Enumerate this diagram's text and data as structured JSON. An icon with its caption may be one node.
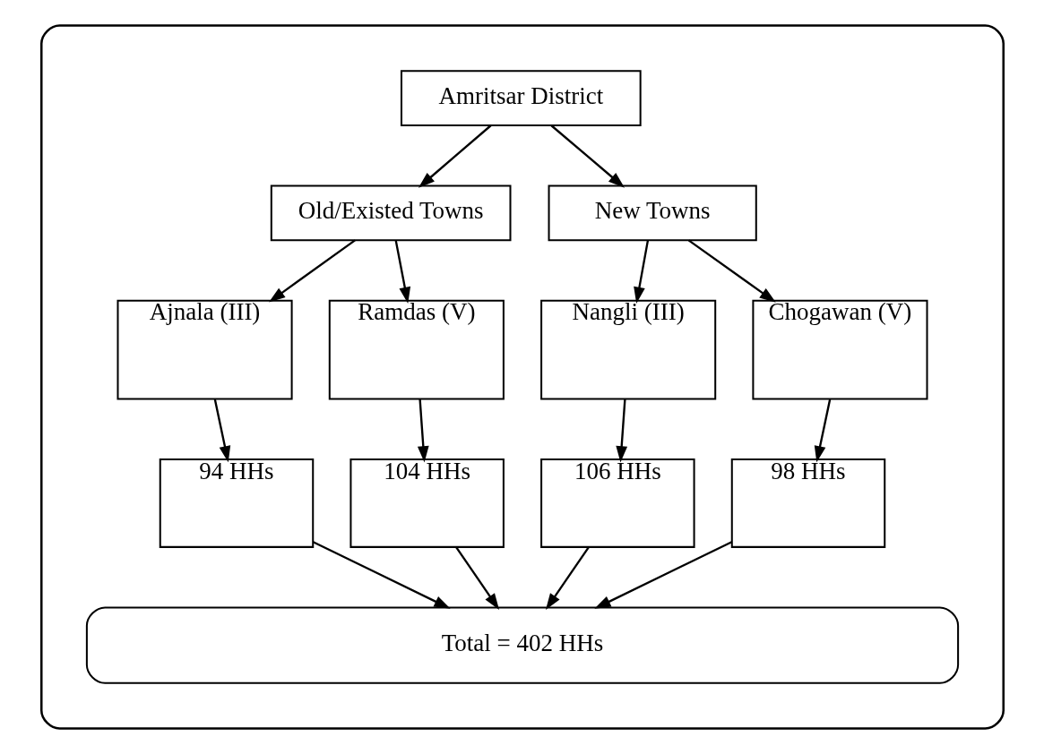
{
  "diagram": {
    "nodes": [
      {
        "text": [],
        "shape": "box"
      },
      {
        "text": [
          "Amritsar District"
        ],
        "in": 0
      },
      {
        "text": [
          "Old/Existed Towns"
        ],
        "in": 0
      },
      {
        "text": [
          "New Towns"
        ],
        "in": 0
      },
      {
        "text": [
          "Ajnala (III)"
        ],
        "in": 0
      },
      {
        "text": [
          "Ramdas (V)"
        ],
        "in": 0
      },
      {
        "text": [
          "Nangli (III)"
        ],
        "in": 0
      },
      {
        "text": [
          "Chogawan (V)"
        ],
        "in": 0
      },
      {
        "text": [
          "94 HHs"
        ],
        "in": 0
      },
      {
        "text": [
          "104 HHs"
        ],
        "in": 0
      },
      {
        "text": [
          "106 HHs"
        ],
        "in": 0
      },
      {
        "text": [
          "98 HHs"
        ],
        "in": 0
      },
      {
        "text": [
          "Total = 402 HHs"
        ],
        "in": 0
      }
    ],
    "edges": [
      {
        "from": 1,
        "to": 2,
        "arrow": "to"
      },
      {
        "from": 1,
        "to": 3,
        "arrow": "to"
      },
      {
        "from": 2,
        "to": 4,
        "arrow": "to"
      },
      {
        "from": 2,
        "to": 5,
        "arrow": "to"
      },
      {
        "from": 3,
        "to": 6,
        "arrow": "to"
      },
      {
        "from": 3,
        "to": 7,
        "arrow": "to"
      },
      {
        "from": 4,
        "to": 8,
        "arrow": "to"
      },
      {
        "from": 5,
        "to": 9,
        "arrow": "to"
      },
      {
        "from": 6,
        "to": 10,
        "arrow": "to"
      },
      {
        "from": 7,
        "to": 11,
        "arrow": "to"
      },
      {
        "from": 8,
        "to": 12,
        "arrow": "to"
      },
      {
        "from": 9,
        "to": 12,
        "arrow": "to"
      },
      {
        "from": 10,
        "to": 12,
        "arrow": "to"
      },
      {
        "from": 11,
        "to": 12,
        "arrow": "to"
      }
    ]
  }
}
